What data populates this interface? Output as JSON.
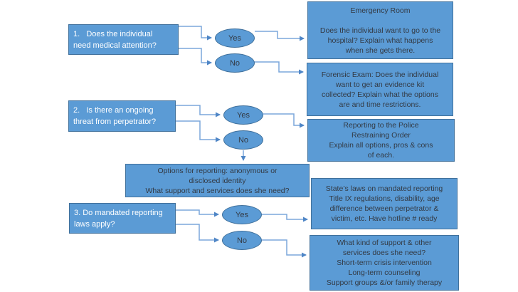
{
  "colors": {
    "fill": "#5b9bd5",
    "border": "#41719c",
    "connector": "#7ba7dc",
    "arrowhead": "#4f86c6",
    "text_light": "#ffffff",
    "text_dark": "#333a44",
    "background": "#ffffff"
  },
  "flowchart": {
    "questions": [
      {
        "label": "1.   Does the individual\nneed medical attention?"
      },
      {
        "label": "2.   Is there an ongoing\nthreat from perpetrator?"
      },
      {
        "label": "3. Do mandated reporting\nlaws apply?"
      }
    ],
    "decisions": [
      {
        "yes": "Yes",
        "no": "No"
      },
      {
        "yes": "Yes",
        "no": "No"
      },
      {
        "yes": "Yes",
        "no": "No"
      }
    ],
    "outcomes": [
      {
        "text": "Emergency Room\n\nDoes the individual want to go to the\nhospital? Explain what happens\nwhen she gets there."
      },
      {
        "text": "Forensic Exam: Does the individual\nwant to get an evidence kit\ncollected? Explain what the options\nare and time restrictions."
      },
      {
        "text": "Reporting to the Police\nRestraining Order\nExplain all options, pros & cons\nof each."
      },
      {
        "text": "State’s laws on mandated reporting\nTitle IX regulations, disability, age\ndifference between perpetrator &\nvictim, etc. Have hotline # ready"
      },
      {
        "text": "What kind of support & other\nservices does she need?\nShort-term crisis intervention\nLong-term counseling\nSupport groups &/or family therapy"
      }
    ],
    "note": {
      "text": "Options for reporting: anonymous or\ndisclosed identity\nWhat support and services does she need?"
    }
  }
}
